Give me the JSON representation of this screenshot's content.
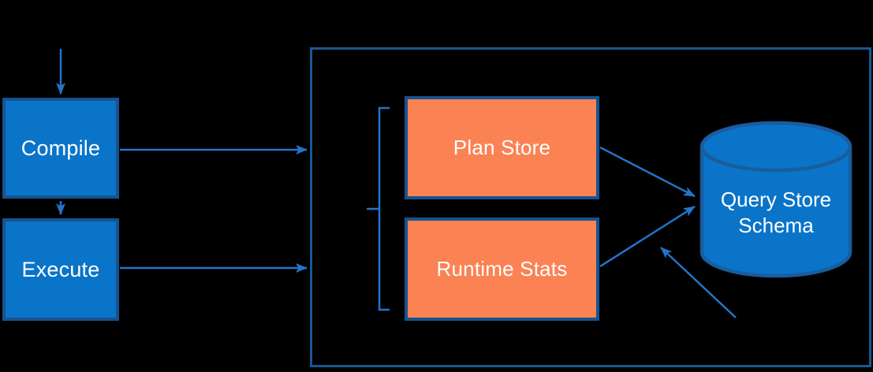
{
  "diagram": {
    "nodes": {
      "compile": {
        "label": "Compile"
      },
      "execute": {
        "label": "Execute"
      },
      "plan_store": {
        "label": "Plan Store"
      },
      "runtime_stats": {
        "label": "Runtime Stats"
      },
      "query_store_schema": {
        "label": "Query Store Schema"
      }
    },
    "edges": [
      {
        "from": "offscreen-top",
        "to": "compile"
      },
      {
        "from": "compile",
        "to": "execute"
      },
      {
        "from": "compile",
        "to": "query-store-container"
      },
      {
        "from": "execute",
        "to": "query-store-container"
      },
      {
        "from": "plan_store",
        "to": "query_store_schema"
      },
      {
        "from": "runtime_stats",
        "to": "query_store_schema"
      },
      {
        "from": "offscreen-bottom",
        "to": "query_store_schema"
      }
    ]
  },
  "colors": {
    "background": "#000000",
    "blue_fill": "#0A74C9",
    "orange_fill": "#FB8253",
    "box_border": "#15538F",
    "container_border": "#1A5791",
    "cylinder_border": "#1A5C9E",
    "arrow": "#2374C9",
    "text": "#FFFFFF"
  }
}
